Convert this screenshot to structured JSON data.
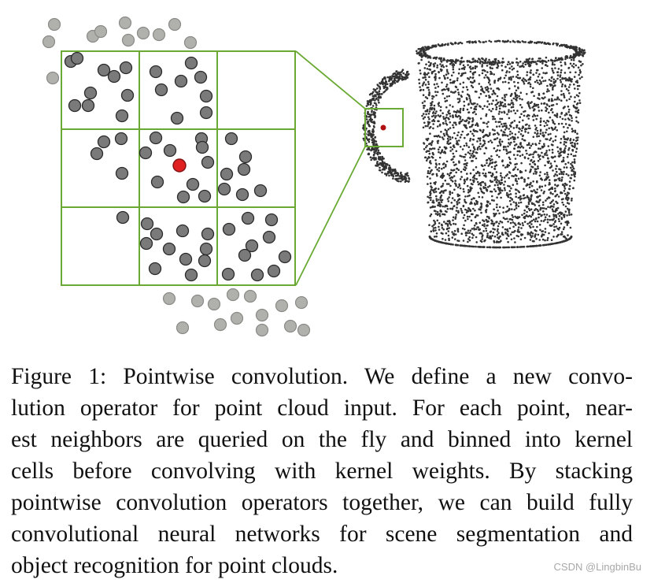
{
  "figure": {
    "grid_color": "#6aaa34",
    "point_color": "#7a7a7a",
    "outer_point_color": "#b0b0ac",
    "query_point_color": "#e02020",
    "cloud_color": "#333333"
  },
  "caption": {
    "lines": [
      "Figure 1: Pointwise convolution. We define a new convo-",
      "lution operator for point cloud input. For each point, near-",
      "est neighbors are queried on the fly and binned into kernel",
      "cells before convolving with kernel weights. By stacking",
      "pointwise convolution operators together, we can build fully",
      "convolutional neural networks for scene segmentation and",
      "object recognition for point clouds."
    ]
  },
  "watermark": "CSDN @LingbinBu"
}
